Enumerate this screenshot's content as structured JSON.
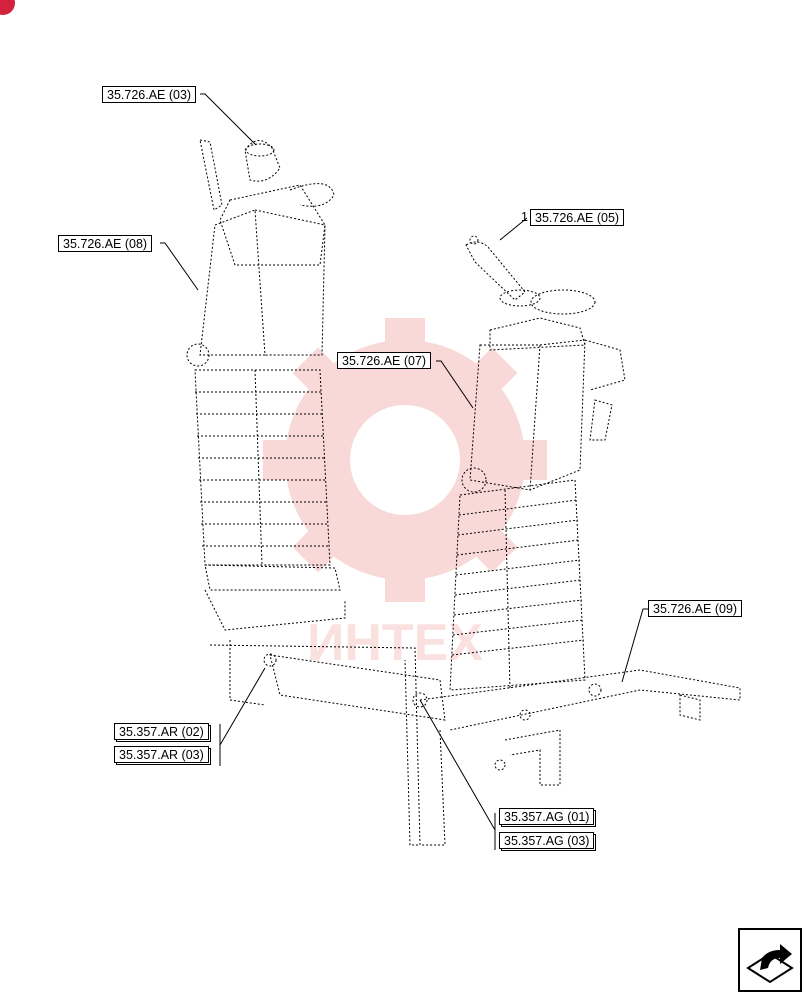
{
  "callouts": {
    "ae03": "35.726.AE (03)",
    "ae08": "35.726.AE (08)",
    "ae05": "35.726.AE (05)",
    "ae05_index": "1",
    "ae07": "35.726.AE (07)",
    "ae09": "35.726.AE (09)",
    "ar02": "35.357.AR (02)",
    "ar03": "35.357.AR (03)",
    "ag01": "35.357.AG (01)",
    "ag03": "35.357.AG (03)"
  },
  "watermark": {
    "text": "ИНТЕХ",
    "color": "#e0342f"
  },
  "colors": {
    "badge": "#d4213d",
    "line": "#000000"
  },
  "icons": {
    "nav": "arrow-next-page-icon"
  }
}
